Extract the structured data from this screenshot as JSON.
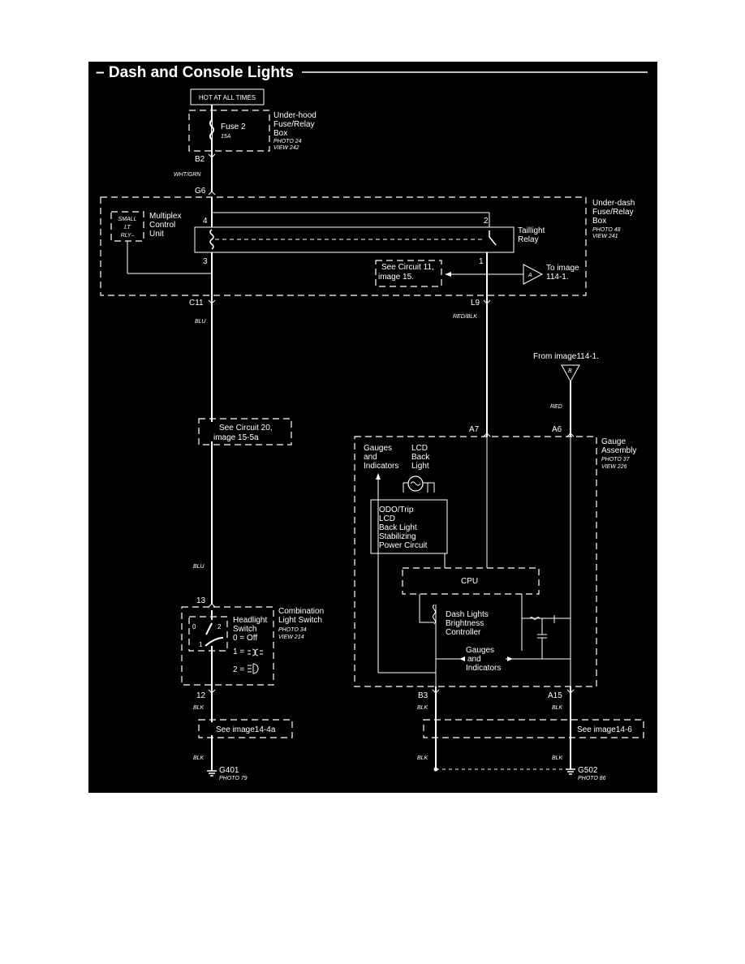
{
  "title": "– Dash and Console Lights",
  "hot_at_all_times": "HOT AT ALL TIMES",
  "fuse": {
    "name": "Fuse 2",
    "rating": "15A"
  },
  "underhood_box": {
    "line1": "Under-hood",
    "line2": "Fuse/Relay",
    "line3": "Box",
    "photo": "PHOTO 24",
    "view": "VIEW 242"
  },
  "underdash_box": {
    "line1": "Under-dash",
    "line2": "Fuse/Relay",
    "line3": "Box",
    "photo": "PHOTO 48",
    "view": "VIEW 241"
  },
  "multiplex": {
    "line1": "Multiplex",
    "line2": "Control",
    "line3": "Unit",
    "relay_line1": "SMALL",
    "relay_line2": "LT",
    "relay_line3": "RLY–"
  },
  "taillight_relay": {
    "line1": "Taillight",
    "line2": "Relay"
  },
  "see_circuit_11": {
    "line1": "See Circuit 11,",
    "line2": "image 15."
  },
  "to_image": {
    "line1": "To image",
    "line2": "114-1.",
    "marker": "A"
  },
  "from_image": {
    "text": "From image114-1.",
    "marker": "B"
  },
  "see_circuit_20": {
    "line1": "See Circuit 20,",
    "line2": "image 15-5a"
  },
  "connectors": {
    "b2": "B2",
    "g6": "G6",
    "c11": "C11",
    "l9": "L9",
    "a7": "A7",
    "a6": "A6",
    "p13": "13",
    "p12": "12",
    "b3": "B3",
    "a15": "A15",
    "pin4": "4",
    "pin3": "3",
    "pin2": "2",
    "pin1": "1"
  },
  "wire_colors": {
    "wht_grn": "WHT/GRN",
    "blu1": "BLU",
    "blu2": "BLU",
    "red_blk": "RED/BLK",
    "red": "RED",
    "blk1": "BLK",
    "blk2": "BLK",
    "blk3": "BLK",
    "blk4": "BLK",
    "blk5": "BLK",
    "blk6": "BLK"
  },
  "gauge_assembly": {
    "line1": "Gauge",
    "line2": "Assembly",
    "photo": "PHOTO 37",
    "view": "VIEW 226"
  },
  "gauges_indicators_top": {
    "line1": "Gauges",
    "line2": "and",
    "line3": "Indicators"
  },
  "lcd_back_light": {
    "line1": "LCD",
    "line2": "Back",
    "line3": "Light"
  },
  "odo_box": {
    "line1": "ODO/Trip",
    "line2": "LCD",
    "line3": "Back Light",
    "line4": "Stabilizing",
    "line5": "Power Circuit"
  },
  "cpu": "CPU",
  "dash_controller": {
    "line1": "Dash Lights",
    "line2": "Brightness",
    "line3": "Controller"
  },
  "gauges_indicators_bottom": {
    "line1": "Gauges",
    "line2": "and",
    "line3": "Indicators"
  },
  "combination_switch": {
    "line1": "Combination",
    "line2": "Light Switch",
    "photo": "PHOTO 34",
    "view": "VIEW 214"
  },
  "headlight_switch": {
    "line1": "Headlight",
    "line2": "Switch",
    "line3": "0 = Off",
    "line4": "1 =",
    "line5": "2 =",
    "pos0": "0",
    "pos1": "1",
    "pos2": "2"
  },
  "see_image_14_4a": "See image14-4a",
  "see_image_14_6": "See image14-6",
  "ground_g401": {
    "name": "G401",
    "photo": "PHOTO 79"
  },
  "ground_g502": {
    "name": "G502",
    "photo": "PHOTO 86"
  }
}
